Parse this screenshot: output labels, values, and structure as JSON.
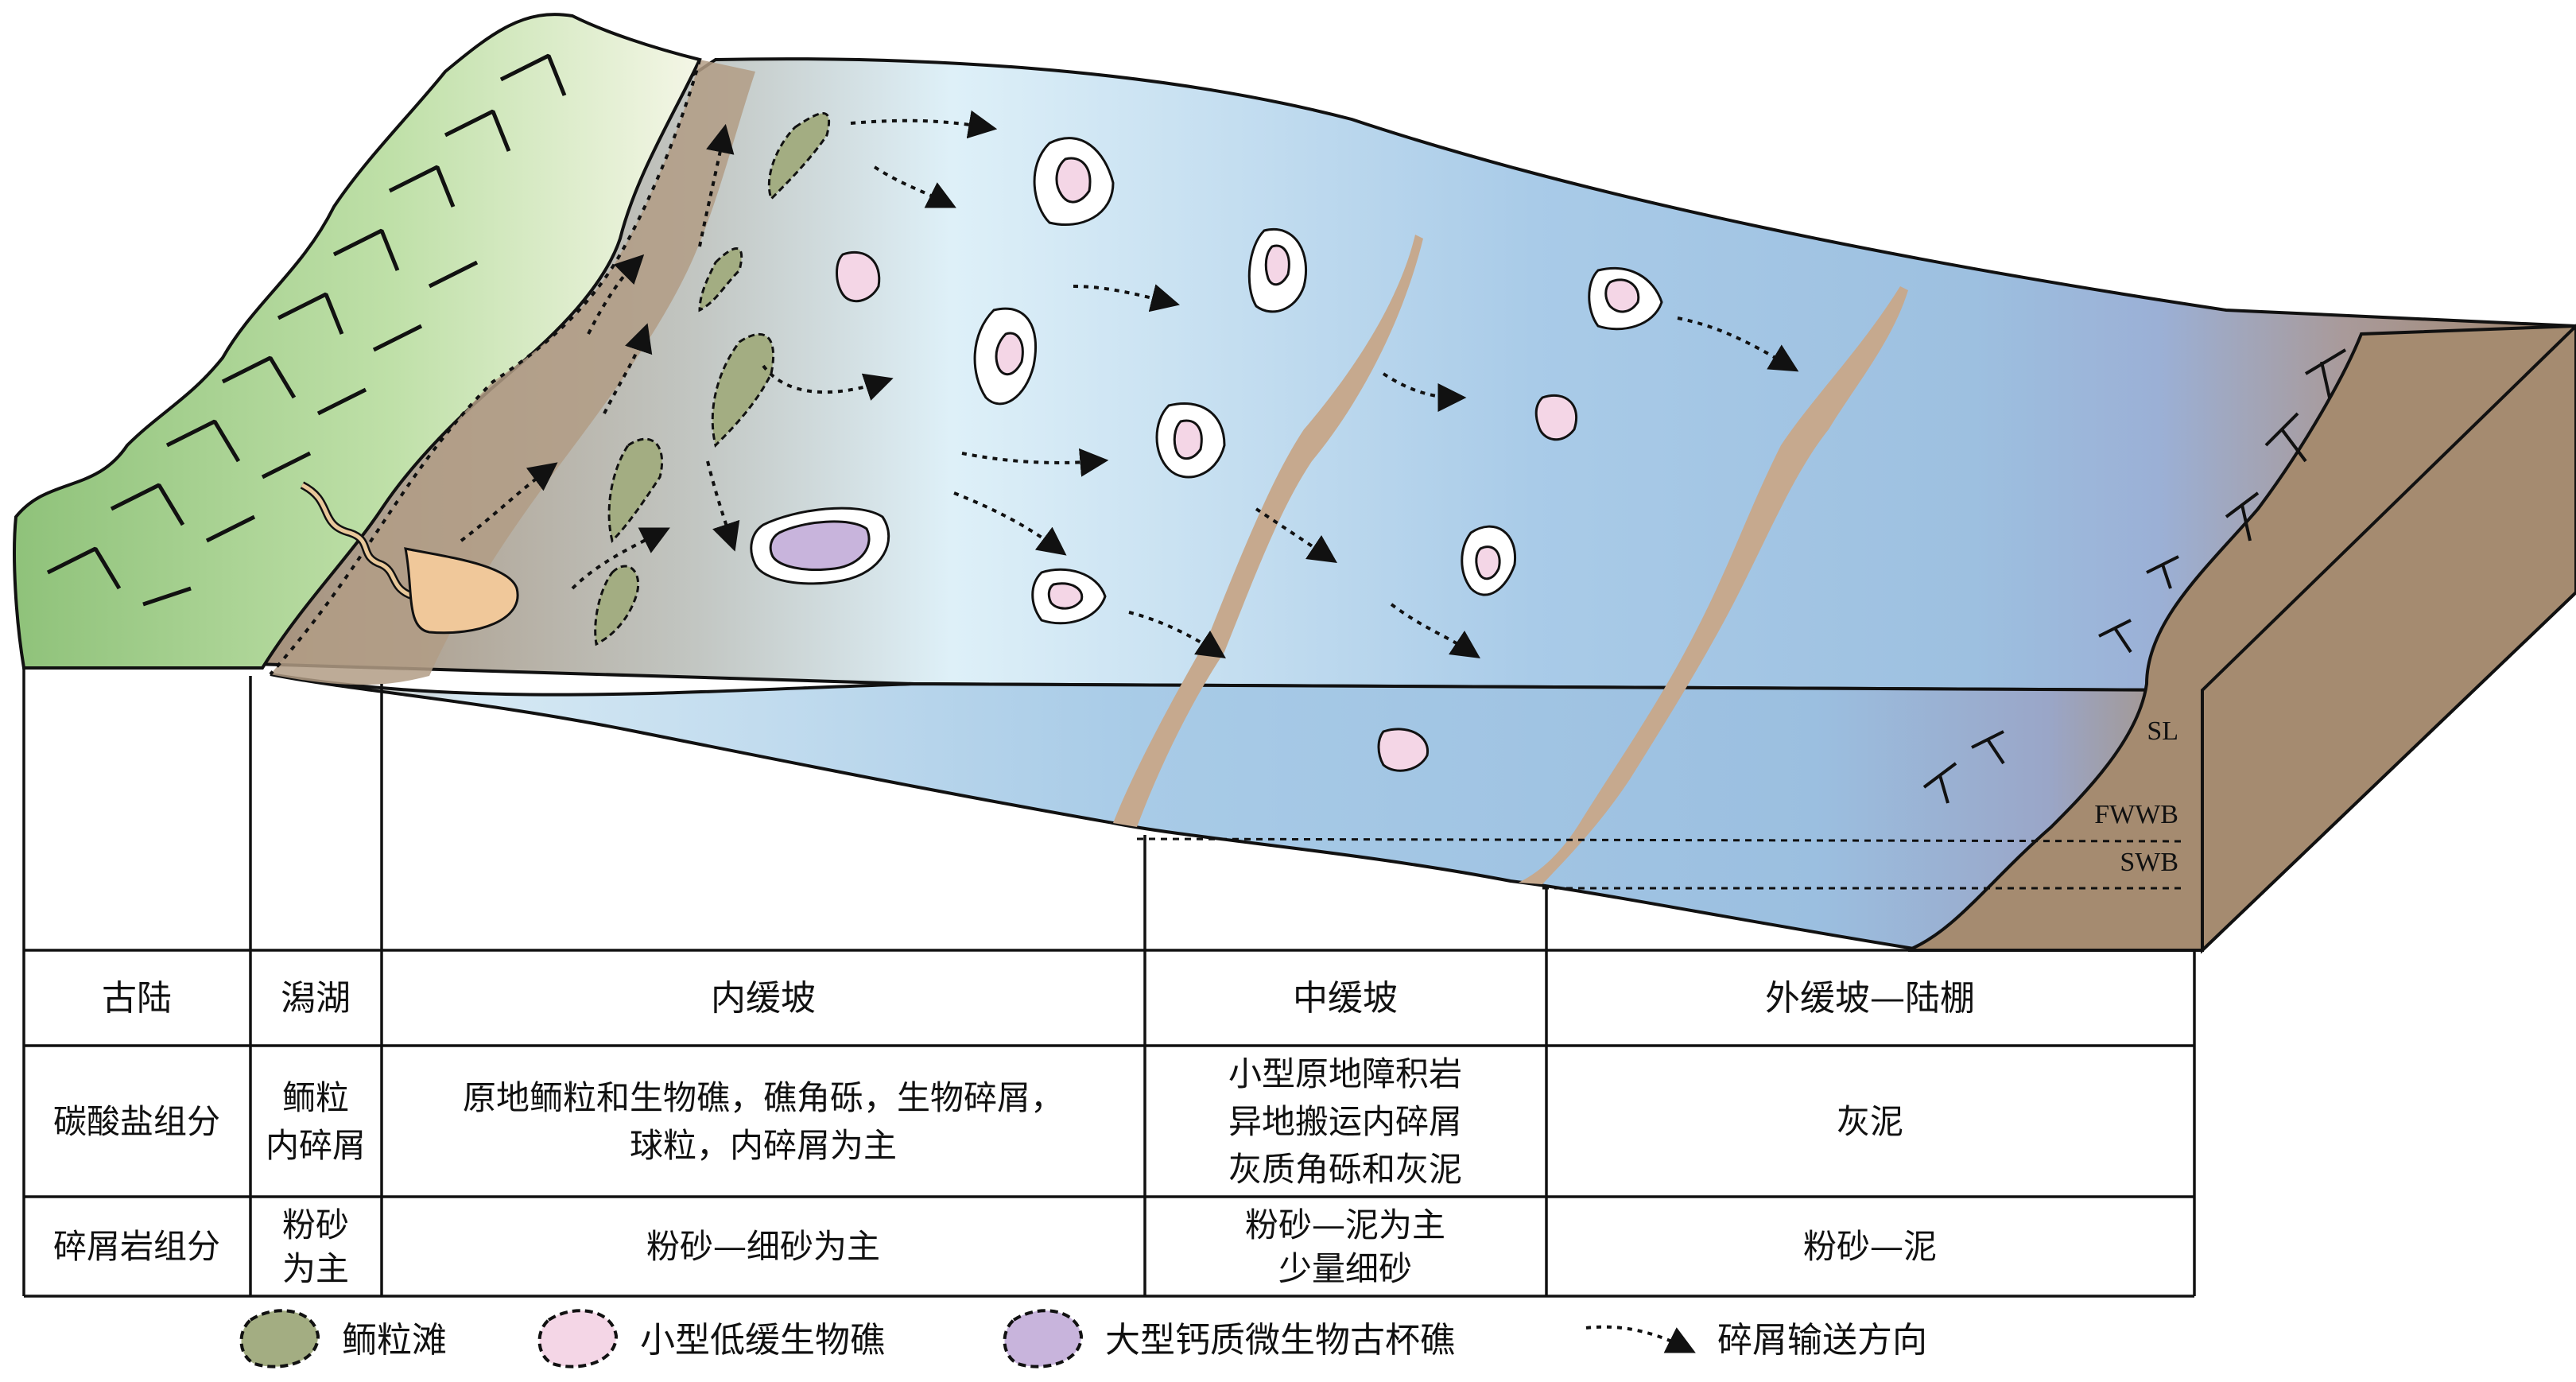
{
  "zones": [
    "古陆",
    "潟湖",
    "内缓坡",
    "中缓坡",
    "外缓坡—陆棚"
  ],
  "row_headers": {
    "carbonate": "碳酸盐组分",
    "clastic": "碎屑岩组分"
  },
  "carbonate": {
    "lagoon": [
      "鲕粒",
      "内碎屑"
    ],
    "inner": [
      "原地鲕粒和生物礁，礁角砾，生物碎屑，",
      "球粒，内碎屑为主"
    ],
    "middle": [
      "小型原地障积岩",
      "异地搬运内碎屑",
      "灰质角砾和灰泥"
    ],
    "outer": [
      "灰泥"
    ]
  },
  "clastic": {
    "lagoon": [
      "粉砂",
      "为主"
    ],
    "inner": [
      "粉砂—细砂为主"
    ],
    "middle": [
      "粉砂—泥为主",
      "少量细砂"
    ],
    "outer": [
      "粉砂—泥"
    ]
  },
  "levels": [
    "SL",
    "FWWB",
    "SWB"
  ],
  "legend": [
    {
      "label": "鲕粒滩",
      "icon": "oolite-shoal-icon",
      "color": "#a3ad82"
    },
    {
      "label": "小型低缓生物礁",
      "icon": "small-bioherm-icon",
      "color": "#f4d6e6"
    },
    {
      "label": "大型钙质微生物古杯礁",
      "icon": "large-archaeocyath-reef-icon",
      "color": "#c8b4dc"
    },
    {
      "label": "碎屑输送方向",
      "icon": "dotted-arrow-icon"
    }
  ],
  "colors": {
    "land": "#93c47d",
    "lagoon": "#b09a83",
    "slope_water": "#a8cce8",
    "outer_sediment": "#a08468"
  }
}
